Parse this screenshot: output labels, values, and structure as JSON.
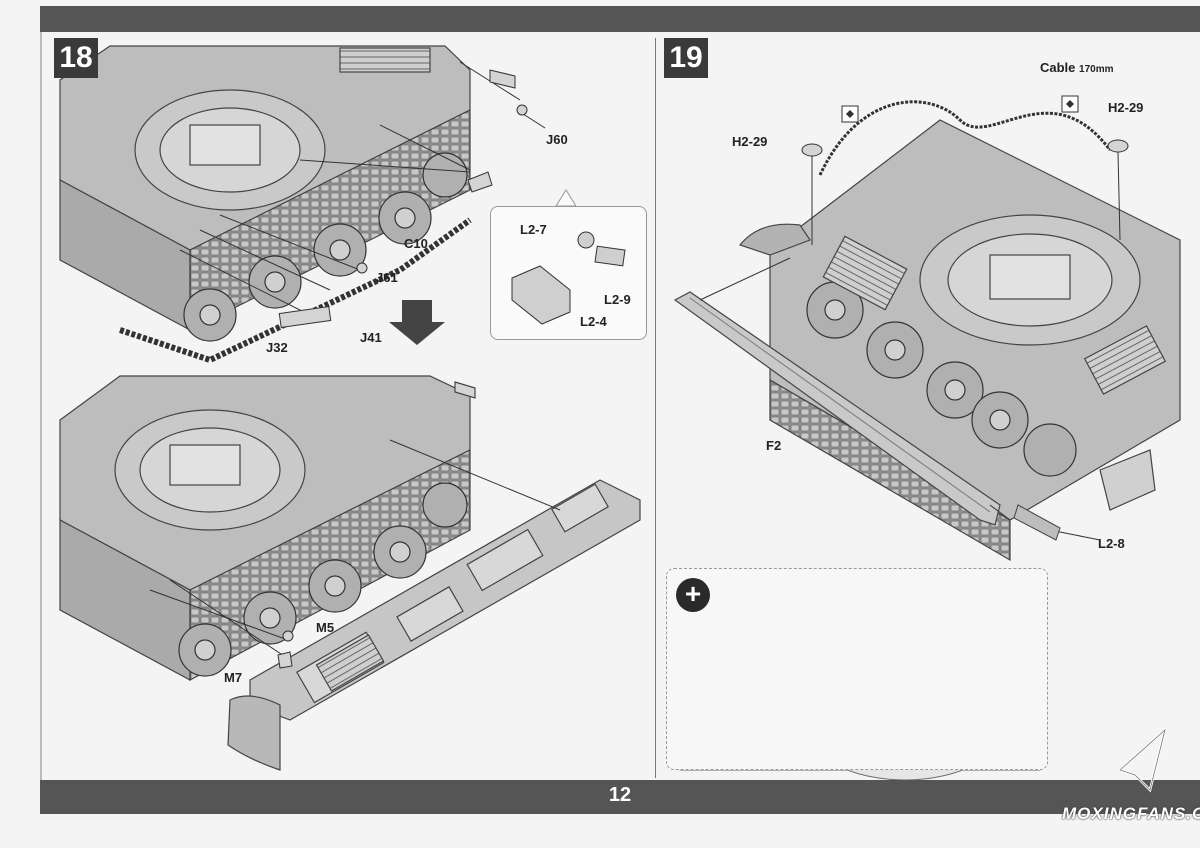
{
  "page": {
    "number": "12"
  },
  "step18": {
    "number": "18",
    "labels": {
      "j60": "J60",
      "c10": "C10",
      "j61": "J61",
      "j32": "J32",
      "j41": "J41",
      "m5": "M5",
      "m7": "M7"
    },
    "callout": {
      "l2_7": "L2-7",
      "l2_9": "L2-9",
      "l2_4": "L2-4"
    }
  },
  "step19": {
    "number": "19",
    "labels": {
      "cable": "Cable",
      "cable_len": "170mm",
      "h2_29_left": "H2-29",
      "h2_29_right": "H2-29",
      "f2": "F2",
      "l2_8": "L2-8"
    },
    "zoom_icon": "zoom-in-icon"
  },
  "watermark": {
    "text": "MOXINGFANS.COM"
  },
  "colors": {
    "bar": "#555555",
    "step_box": "#3a3a3a",
    "hull": "#bdbdbd"
  }
}
